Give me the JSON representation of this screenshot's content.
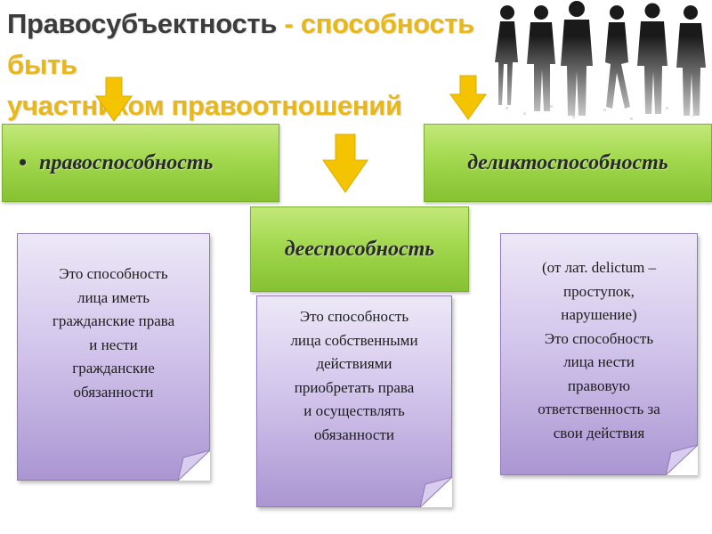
{
  "title": {
    "term": "Правосубъектность",
    "dash": " - ",
    "definition_line1": "способность быть",
    "definition_line2": "участником правоотношений"
  },
  "colors": {
    "accent_gold": "#e8b818",
    "title_dark": "#3c3c3c",
    "box_green": "#9bd447",
    "card_purple": "#c9bce6"
  },
  "boxes": {
    "legal_capacity": {
      "bullet": "•",
      "label": "правоспособность"
    },
    "active_capacity": {
      "label": "дееспособность"
    },
    "tort_capacity": {
      "label": "деликтоспособность"
    }
  },
  "cards": {
    "legal_capacity": "Это  способность\nлица иметь\nгражданские права\nи нести\nгражданские\nобязанности",
    "active_capacity": "Это  способность\nлица собственными\nдействиями\nприобретать права\nи осуществлять\nобязанности",
    "tort_capacity": "(от лат. delictum –\nпроступок,\nнарушение)\nЭто способность\nлица нести\nправовую\nответственность за\nсвои действия"
  },
  "icons": {
    "arrows": "arrow-down-icon",
    "people": "business-people-image"
  }
}
